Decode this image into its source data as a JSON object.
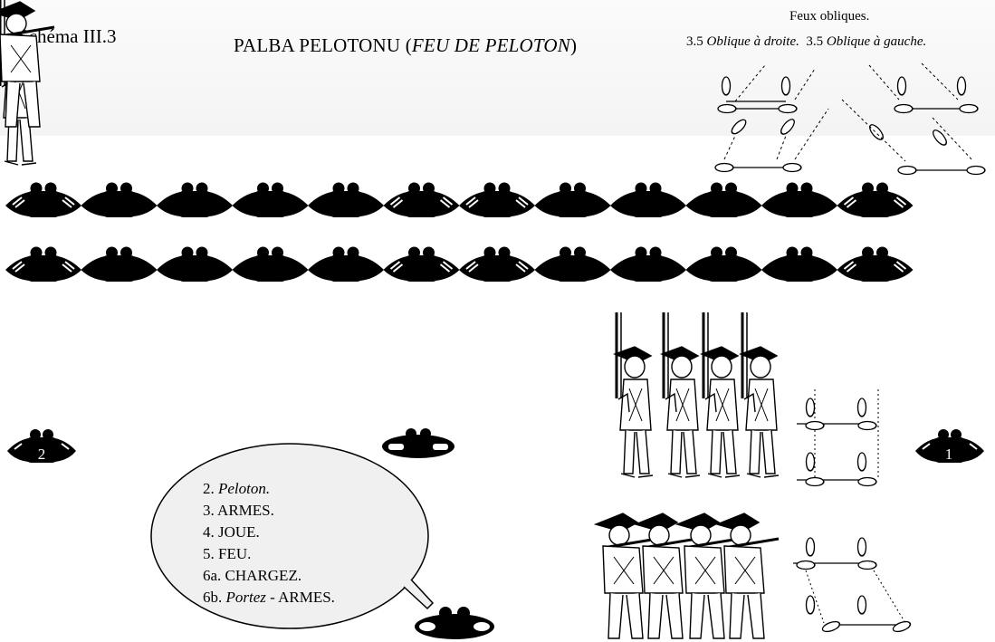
{
  "header": {
    "schema_label": "Schéma III.3",
    "title_main": "PALBA PELOTONU (",
    "title_italic": "FEU DE PELOTON",
    "title_end": ")"
  },
  "oblique": {
    "title": "Feux obliques.",
    "right_num": "3.5 ",
    "right_label": "Oblique à droite.",
    "left_num": "3.5 ",
    "left_label": "Oblique à gauche."
  },
  "ranks": {
    "soldiers_per_rank": 12,
    "rank_count": 2,
    "striped_positions": [
      0,
      5,
      6,
      11
    ]
  },
  "officers": {
    "left_number": "2",
    "right_number": "1"
  },
  "commands": {
    "line1_prefix": "2. ",
    "line1_italic": "Peloton.",
    "line2": "3. ARMES.",
    "line3": "4. JOUE.",
    "line4": "5. FEU.",
    "line5": "6a. CHARGEZ.",
    "line6_prefix": "6b. ",
    "line6_italic": "Portez",
    "line6_suffix": " - ARMES."
  },
  "colors": {
    "figure": "#000000",
    "stripe": "#ffffff",
    "background": "#ffffff"
  }
}
